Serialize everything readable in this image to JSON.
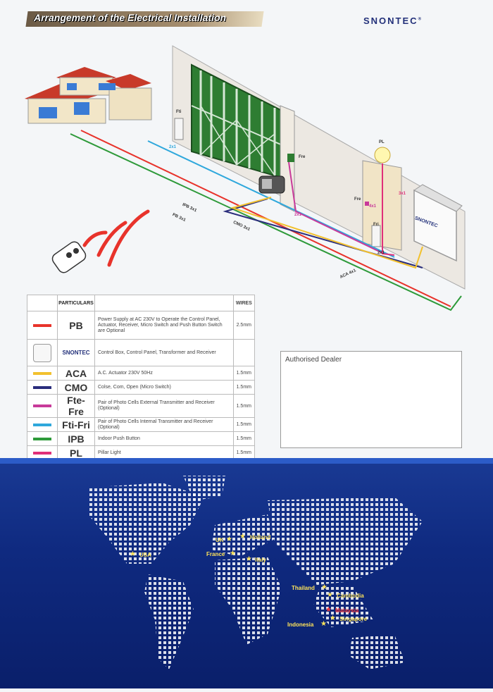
{
  "header": {
    "title": "Arrangement of the Electrical Installation",
    "brand": "SNONTEC",
    "brand_mark": "®"
  },
  "diagram_labels": {
    "fti": "Fti",
    "fre_top": "Fre",
    "fre_pillar": "Fre",
    "fri": "Fri",
    "pl": "PL",
    "w2x1a": "2x1",
    "w2x1b": "2x1",
    "w4x1": "4x1",
    "w3x1": "3x1",
    "ipb": "IPB 3x1",
    "pb": "PB 3x1",
    "cmo": "CMO 3x1",
    "aca": "ACA 4x1",
    "box_brand": "SNONTEC",
    "fri_small": "2x1"
  },
  "legend": {
    "col_particulars": "PARTICULARS",
    "col_wires": "WIRES",
    "box_brand": "SNONTEC",
    "rows": [
      {
        "code": "PB",
        "color": "#e8332b",
        "desc": "Power Supply at AC 230V to Operate the Control Panel, Actuator, Receiver, Micro Switch and Push Button Switch are Optional",
        "wires": "2.5mm"
      },
      {
        "code": "",
        "color": "",
        "desc": "Control Box, Control Panel, Transformer and Receiver",
        "wires": ""
      },
      {
        "code": "ACA",
        "color": "#f2c12e",
        "desc": "A.C. Actuator 230V 50Hz",
        "wires": "1.5mm"
      },
      {
        "code": "CMO",
        "color": "#2a2d7c",
        "desc": "Colse, Com, Open (Micro Switch)",
        "wires": "1.5mm"
      },
      {
        "code": "Fte-Fre",
        "color": "#c83a9a",
        "desc": "Pair of Photo Cells External Transmitter and Receiver (Optional)",
        "wires": "1.5mm"
      },
      {
        "code": "Fti-Fri",
        "color": "#2fa8dc",
        "desc": "Pair of Photo Cells Internal Transmitter and Receiver (Optional)",
        "wires": "1.5mm"
      },
      {
        "code": "IPB",
        "color": "#2e9a3a",
        "desc": "Indoor Push Button",
        "wires": "1.5mm"
      },
      {
        "code": "PL",
        "color": "#e0307a",
        "desc": "Pillar Light",
        "wires": "1.5mm"
      }
    ]
  },
  "dealer": {
    "label": "Authorised Dealer"
  },
  "map": {
    "cities": [
      {
        "name": "USA",
        "red": false
      },
      {
        "name": "UK",
        "red": false
      },
      {
        "name": "Holland",
        "red": false
      },
      {
        "name": "France",
        "red": false
      },
      {
        "name": "Italy",
        "red": false
      },
      {
        "name": "Thailand",
        "red": false
      },
      {
        "name": "Cambodia",
        "red": false
      },
      {
        "name": "Malaysia",
        "red": true
      },
      {
        "name": "Singapore",
        "red": false
      },
      {
        "name": "Indonesia",
        "red": false
      }
    ]
  }
}
